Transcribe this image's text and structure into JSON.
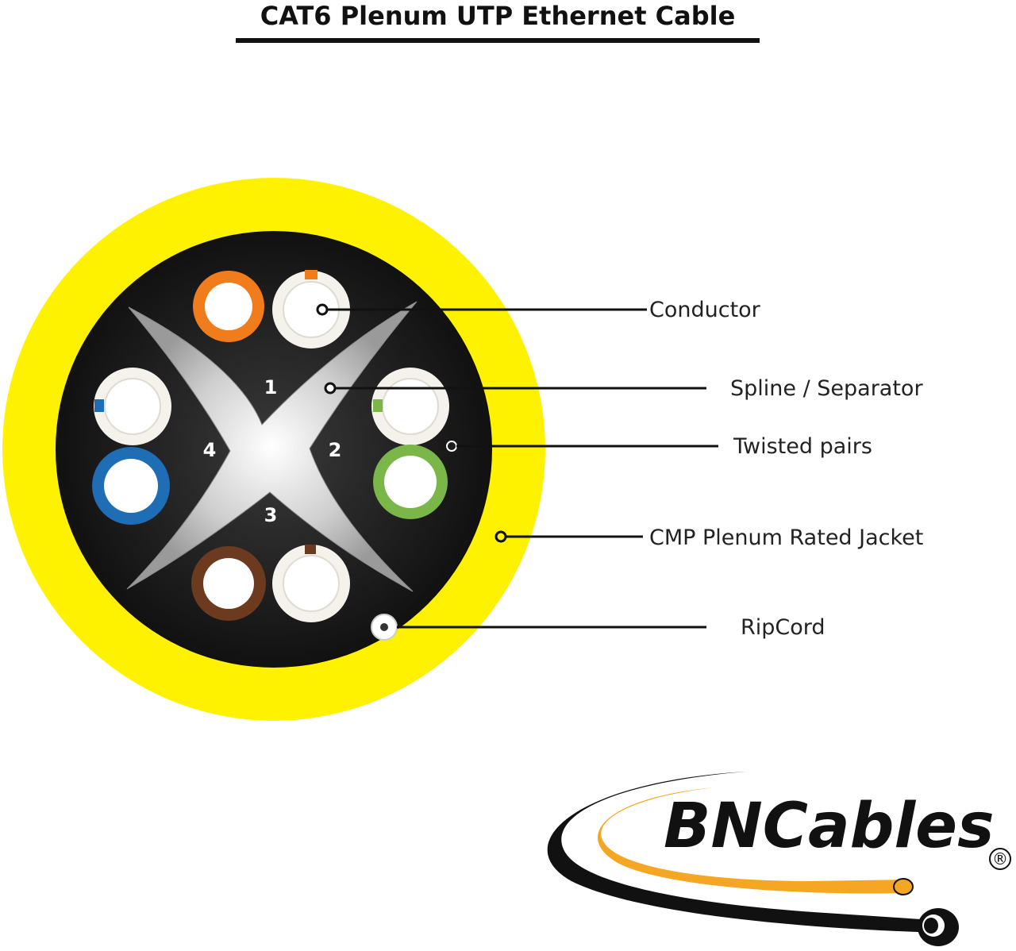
{
  "title": "CAT6 Plenum UTP Ethernet Cable",
  "pairs": [
    {
      "number": "1",
      "color": "#f07c1c",
      "name": "orange"
    },
    {
      "number": "2",
      "color": "#7ab648",
      "name": "green"
    },
    {
      "number": "3",
      "color": "#6b3a1f",
      "name": "brown"
    },
    {
      "number": "4",
      "color": "#1f6db5",
      "name": "blue"
    }
  ],
  "callouts": {
    "conductor": "Conductor",
    "spline": "Spline / Separator",
    "twisted_pairs": "Twisted pairs",
    "jacket": "CMP Plenum Rated Jacket",
    "ripcord": "RipCord"
  },
  "colors": {
    "jacket": "#fff200",
    "core": "#1c1c1c",
    "spline": "#d4d4d4",
    "logo_accent": "#f5a623"
  },
  "logo": {
    "text": "BNCables",
    "mark": "®"
  }
}
